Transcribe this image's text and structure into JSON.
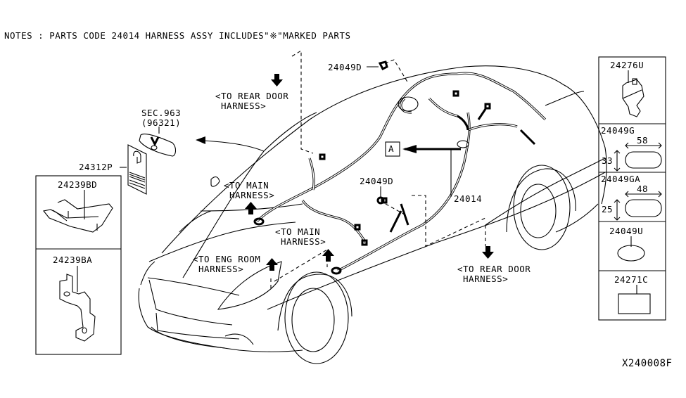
{
  "notes": "NOTES : PARTS CODE 24014 HARNESS ASSY INCLUDES\"※\"MARKED PARTS",
  "diagram_code": "X240008F",
  "callouts": {
    "rear_door_top": [
      "<TO REAR DOOR",
      " HARNESS>"
    ],
    "rear_door_bottom": [
      "<TO REAR DOOR",
      " HARNESS>"
    ],
    "main_harness_upper": [
      "<TO MAIN",
      " HARNESS>"
    ],
    "main_harness_lower": [
      "<TO MAIN",
      " HARNESS>"
    ],
    "eng_room": [
      "<TO ENG ROOM",
      " HARNESS>"
    ],
    "view_a": "A"
  },
  "part_labels": {
    "clip_top": "24049D",
    "clip_mid": "24049D",
    "harness": "24014",
    "mirror_sec": "SEC.963",
    "mirror_part": "(96321)",
    "hang_tag": "24312P"
  },
  "left_panel": [
    {
      "part": "24239BD"
    },
    {
      "part": "24239BA"
    }
  ],
  "right_panel": [
    {
      "part": "24276U"
    },
    {
      "part": "24049G",
      "width_mm": "58",
      "height_mm": "33"
    },
    {
      "part": "24049GA",
      "width_mm": "48",
      "height_mm": "25"
    },
    {
      "part": "24049U"
    },
    {
      "part": "24271C"
    }
  ]
}
